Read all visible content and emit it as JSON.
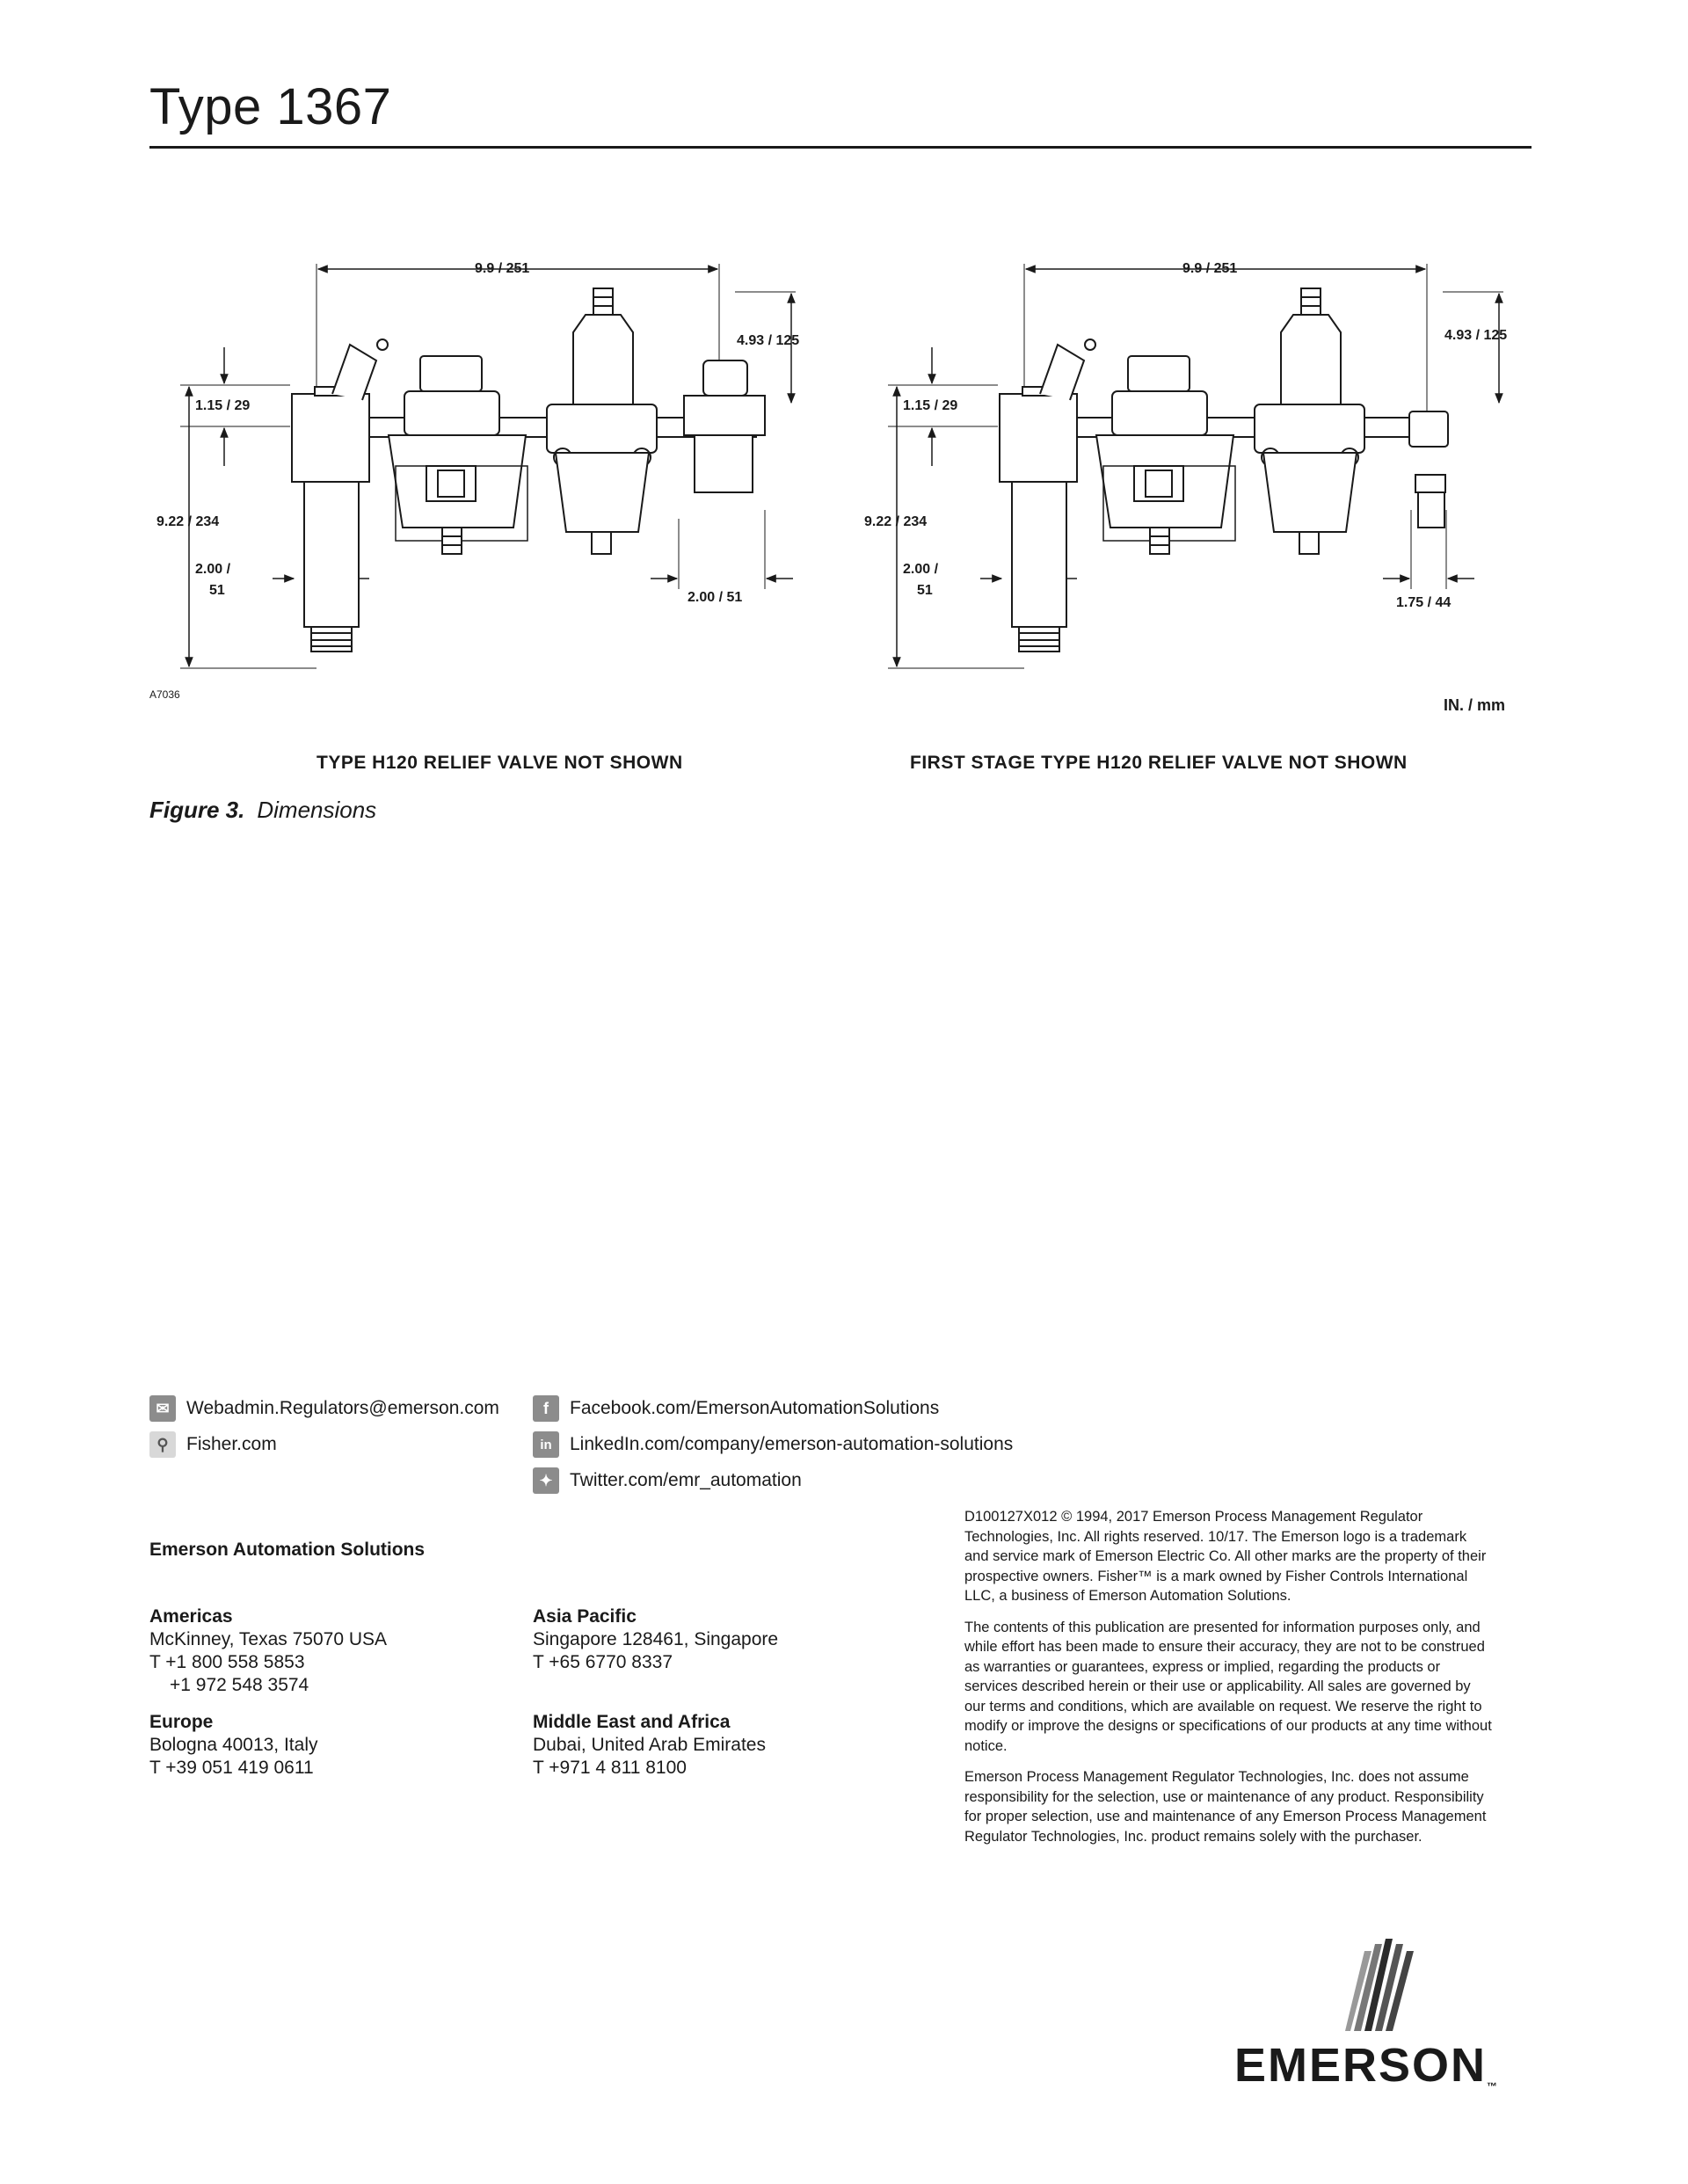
{
  "header": {
    "title": "Type 1367"
  },
  "figure": {
    "code": "A7036",
    "units": "IN. / mm",
    "caption_number": "Figure 3.",
    "caption_text": "Dimensions",
    "left": {
      "label": "TYPE H120 RELIEF VALVE NOT SHOWN",
      "dim_width": "9.9 / 251",
      "dim_top_right": "4.93 / 125",
      "dim_top_left": "1.15 / 29",
      "dim_height": "9.22 / 234",
      "dim_bottom_left_1": "2.00 /",
      "dim_bottom_left_2": "51",
      "dim_bottom_right": "2.00 / 51"
    },
    "right": {
      "label": "FIRST STAGE TYPE H120 RELIEF VALVE NOT SHOWN",
      "dim_width": "9.9 / 251",
      "dim_top_right": "4.93 / 125",
      "dim_top_left": "1.15 / 29",
      "dim_height": "9.22 / 234",
      "dim_bottom_left_1": "2.00 /",
      "dim_bottom_left_2": "51",
      "dim_bottom_right": "1.75 / 44"
    }
  },
  "contacts": {
    "email": "Webadmin.Regulators@emerson.com",
    "web": "Fisher.com",
    "facebook": "Facebook.com/EmersonAutomationSolutions",
    "linkedin": "LinkedIn.com/company/emerson-automation-solutions",
    "twitter": "Twitter.com/emr_automation"
  },
  "company": "Emerson Automation Solutions",
  "regions": {
    "americas": {
      "name": "Americas",
      "line1": "McKinney, Texas 75070 USA",
      "line2": "T  +1 800 558 5853",
      "line3": "+1 972 548 3574"
    },
    "europe": {
      "name": "Europe",
      "line1": "Bologna 40013, Italy",
      "line2": "T  +39 051 419 0611"
    },
    "asia": {
      "name": "Asia Pacific",
      "line1": "Singapore 128461, Singapore",
      "line2": "T  +65 6770 8337"
    },
    "mea": {
      "name": "Middle East and Africa",
      "line1": "Dubai, United Arab Emirates",
      "line2": "T  +971 4 811 8100"
    }
  },
  "legal": {
    "p1": "D100127X012 © 1994, 2017 Emerson Process Management Regulator Technologies, Inc. All rights reserved. 10/17. The Emerson logo is a trademark and service mark of Emerson Electric Co. All other marks are the property of their prospective owners. Fisher™ is a mark owned by Fisher Controls International LLC, a business of Emerson Automation Solutions.",
    "p2": "The contents of this publication are presented for information purposes only, and while effort has been made to ensure their accuracy, they are not to be construed as warranties or guarantees, express or implied, regarding the products or services described herein or their use or applicability. All sales are governed by our terms and conditions, which are available on request. We reserve the right to modify or improve the designs or specifications of our products at any time without notice.",
    "p3": "Emerson Process Management Regulator Technologies, Inc. does not assume responsibility for the selection, use or maintenance of any product. Responsibility for proper selection, use and maintenance of any Emerson Process Management Regulator Technologies, Inc. product remains solely with the purchaser."
  },
  "logo": {
    "name": "EMERSON",
    "tm": "™"
  }
}
